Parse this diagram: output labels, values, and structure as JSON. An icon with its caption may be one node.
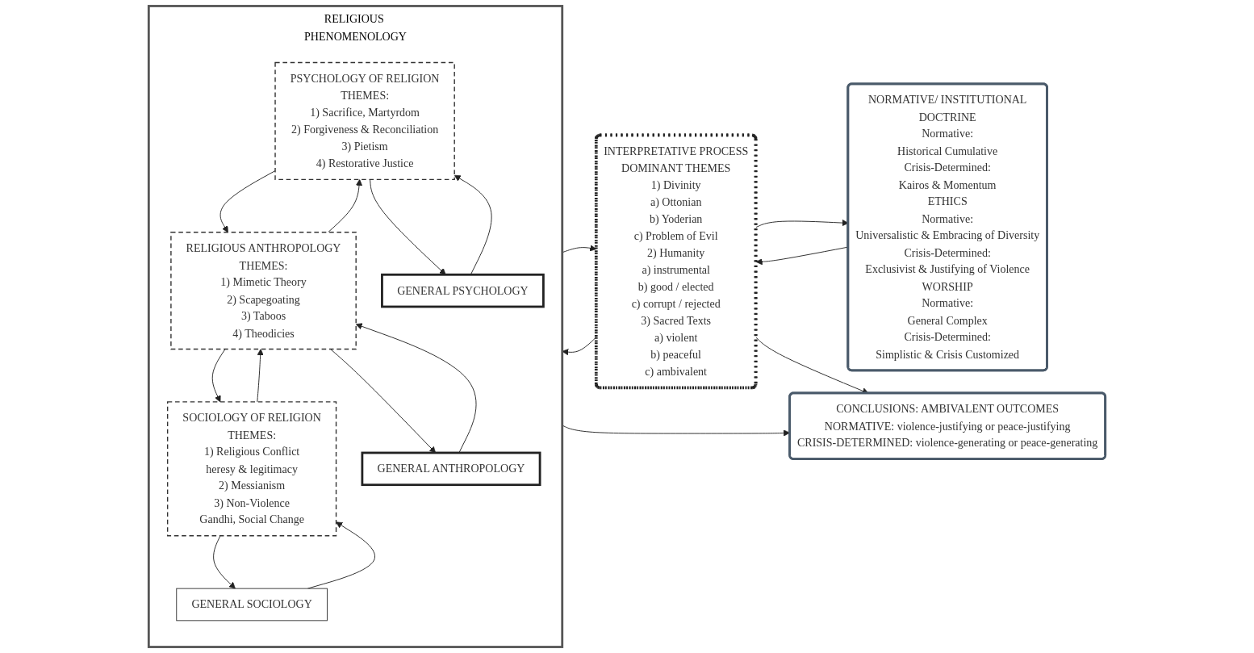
{
  "diagram": {
    "nodes": [
      {
        "text": [
          "RELIGIOUS PHENOMENOLOGY"
        ]
      },
      {
        "text": [
          "PSYCHOLOGY OF RELIGION",
          "THEMES:",
          "1) Sacrifice, Martyrdom",
          "2) Forgiveness & Reconciliation",
          "3) Pietism",
          "4) Restorative Justice"
        ],
        "in": 0
      },
      {
        "text": [
          "RELIGIOUS ANTHROPOLOGY",
          "THEMES:",
          "1) Mimetic Theory",
          "2) Scapegoating",
          "3) Taboos",
          "4) Theodicies"
        ],
        "in": 0
      },
      {
        "text": [
          "SOCIOLOGY OF RELIGION",
          "THEMES:",
          "1) Religious Conflict",
          "heresy & legitimacy",
          "2) Messianism",
          "3) Non-Violence",
          "Gandhi, Social Change"
        ],
        "in": 0
      },
      {
        "text": [
          "GENERAL PSYCHOLOGY"
        ],
        "in": 0
      },
      {
        "text": [
          "GENERAL ANTHROPOLOGY"
        ],
        "in": 0
      },
      {
        "text": [
          "GENERAL SOCIOLOGY"
        ],
        "in": 0
      },
      {
        "text": [
          "INTERPRETATIVE PROCESS",
          "DOMINANT THEMES",
          "1) Divinity",
          "a) Ottonian",
          "b) Yoderian",
          "c) Problem of Evil",
          "2) Humanity",
          "a) instrumental",
          "b) good / elected",
          "c) corrupt / rejected",
          "3) Sacred Texts",
          "a) violent",
          "b) peaceful",
          "c) ambivalent"
        ]
      },
      {
        "text": [
          "NORMATIVE/ INSTITUTIONAL",
          "DOCTRINE",
          "Normative:",
          "Historical Cumulative",
          "Crisis-Determined:",
          "Kairos & Momentum",
          "ETHICS",
          "Normative:",
          "Universalistic & Embracing of Diversity",
          "Crisis-Determined:",
          "Exclusivist & Justifying of Violence",
          "WORSHIP",
          "Normative:",
          "General Complex",
          "Crisis-Determined:",
          "Simplistic & Crisis Customized"
        ]
      },
      {
        "text": [
          "CONCLUSIONS: AMBIVALENT OUTCOMES",
          "NORMATIVE: violence-justifying or peace-justifying",
          "CRISIS-DETERMINED: violence-generating or peace-generating"
        ]
      }
    ],
    "edges": [
      {
        "from": 8,
        "to": 7,
        "arrow": "to"
      },
      {
        "from": 7,
        "to": 0,
        "arrow": "to"
      },
      {
        "from": 0,
        "to": 7,
        "arrow": "to"
      },
      {
        "from": 7,
        "to": 8,
        "arrow": "to"
      },
      {
        "from": 2,
        "to": 1,
        "arrow": "to"
      },
      {
        "from": 1,
        "to": 2,
        "arrow": "to"
      },
      {
        "from": 3,
        "to": 2,
        "arrow": "to"
      },
      {
        "from": 2,
        "to": 3,
        "arrow": "to"
      },
      {
        "from": 1,
        "to": 4,
        "arrow": "to"
      },
      {
        "from": 4,
        "to": 1,
        "arrow": "to"
      },
      {
        "from": 2,
        "to": 5,
        "arrow": "to"
      },
      {
        "from": 5,
        "to": 2,
        "arrow": "to"
      },
      {
        "from": 3,
        "to": 6,
        "arrow": "to"
      },
      {
        "from": 6,
        "to": 3,
        "arrow": "to"
      },
      {
        "from": 0,
        "to": 9,
        "arrow": "to"
      },
      {
        "from": 7,
        "to": 9,
        "arrow": "to"
      }
    ]
  }
}
